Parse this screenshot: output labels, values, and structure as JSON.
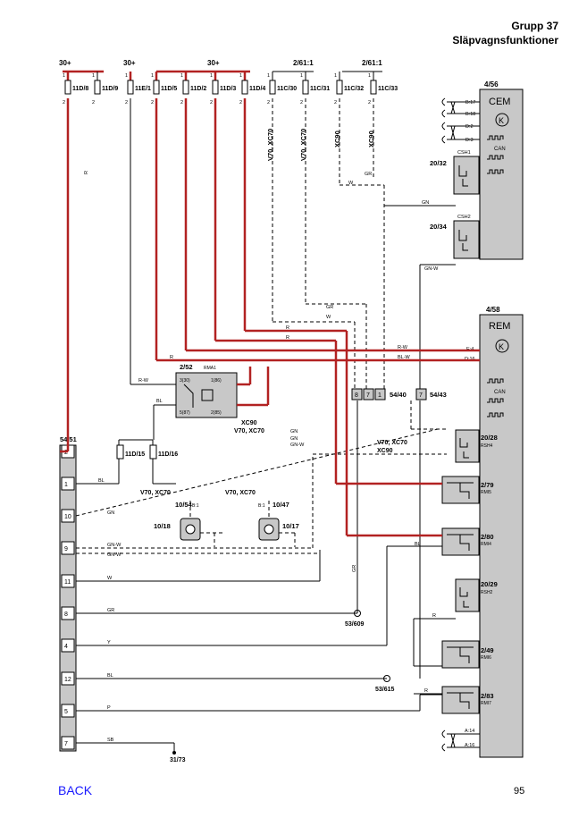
{
  "header": {
    "group": "Grupp 37",
    "title": "Släpvagnsfunktioner"
  },
  "colors": {
    "power": "#b22222",
    "wire": "#000000",
    "module_fill": "#c8c8c8"
  },
  "supply": {
    "s1": "30+",
    "s2": "30+",
    "s3": "30+",
    "s4": "2/61:1",
    "s5": "2/61:1"
  },
  "fuses": [
    {
      "label": "11D/8",
      "pin": "1",
      "out": "2"
    },
    {
      "label": "11D/9",
      "pin": "1",
      "out": "2"
    },
    {
      "label": "11E/1",
      "pin": "1",
      "out": "2"
    },
    {
      "label": "11D/5",
      "pin": "1",
      "out": "2"
    },
    {
      "label": "11D/2",
      "pin": "1",
      "out": "2"
    },
    {
      "label": "11D/3",
      "pin": "1",
      "out": "2"
    },
    {
      "label": "11D/4",
      "pin": "1",
      "out": "2"
    },
    {
      "label": "11C/30",
      "pin": "1",
      "out": "2"
    },
    {
      "label": "11C/31",
      "pin": "1",
      "out": "2"
    },
    {
      "label": "11C/32",
      "pin": "1",
      "out": "2"
    },
    {
      "label": "11C/33",
      "pin": "1",
      "out": "2"
    }
  ],
  "variants": {
    "v1": "V70, XC70",
    "v2": "V70, XC70",
    "v3": "XC90",
    "v4": "XC90"
  },
  "cem": {
    "ref": "4/56",
    "name": "CEM",
    "can": "CAN",
    "pins": [
      "B:17",
      "B:18",
      "D:2",
      "D:3"
    ],
    "csh1": {
      "ref": "20/32",
      "name": "CSH1"
    },
    "csh2": {
      "ref": "20/34",
      "name": "CSH2"
    }
  },
  "rem": {
    "ref": "4/58",
    "name": "REM",
    "can": "CAN",
    "pins": {
      "e4": "E:4",
      "d16": "D:16",
      "a14": "A:14",
      "a16": "A:16"
    },
    "rsh4": {
      "ref": "20/28",
      "name": "RSH4"
    },
    "rmi5": {
      "ref": "2/79",
      "name": "RMI5"
    },
    "rmi4": {
      "ref": "2/80",
      "name": "RMI4"
    },
    "rsh2": {
      "ref": "20/29",
      "name": "RSH2"
    },
    "rmi6": {
      "ref": "2/49",
      "name": "RMI6"
    },
    "rmi7": {
      "ref": "2/83",
      "name": "RMI7"
    }
  },
  "relay": {
    "ref": "2/52",
    "name": "RMA1",
    "p30": "3(30)",
    "p86": "1(86)",
    "p85": "2(85)",
    "p87": "5(87)"
  },
  "connector_54_40": {
    "ref": "54/40",
    "pins": [
      "8",
      "7",
      "1"
    ]
  },
  "connector_54_43": {
    "ref": "54/43",
    "pin": "7"
  },
  "trailer_connector": {
    "ref": "54/51",
    "pins": [
      "2",
      "1",
      "10",
      "9",
      "11",
      "8",
      "4",
      "12",
      "5",
      "7"
    ]
  },
  "lamps": {
    "l1": {
      "ref": "10/54",
      "sub": "10/18",
      "pin": "B:1"
    },
    "l2": {
      "ref": "10/47",
      "sub": "10/17",
      "pin": "B:1"
    }
  },
  "fuses_lower": {
    "f1": "11D/15",
    "f2": "11D/16"
  },
  "grounds": {
    "g1": "53/609",
    "g2": "53/615",
    "g3": "31/73"
  },
  "wire_labels": {
    "r": "R",
    "rw": "R-W",
    "bl": "BL",
    "gn": "GN",
    "gnw": "GN-W",
    "w": "W",
    "gr": "GR",
    "y": "Y",
    "p": "P",
    "sb": "SB",
    "blw": "BL-W"
  },
  "nav": {
    "back": "BACK",
    "page": "95"
  }
}
